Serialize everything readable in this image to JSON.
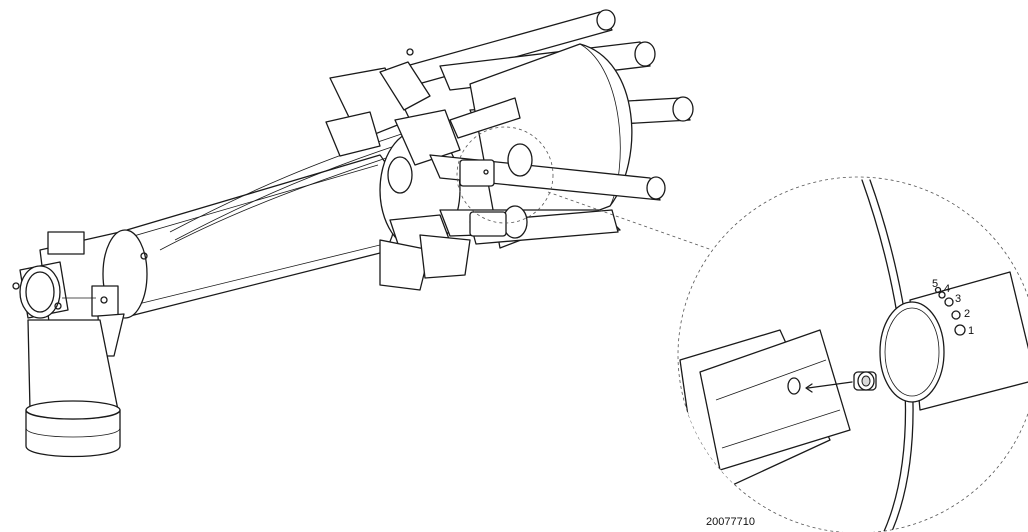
{
  "drawing_code": "20077710",
  "detail_labels": [
    "1",
    "2",
    "3",
    "4",
    "5"
  ],
  "colors": {
    "line": "#1a1a1a",
    "background": "#ffffff"
  }
}
